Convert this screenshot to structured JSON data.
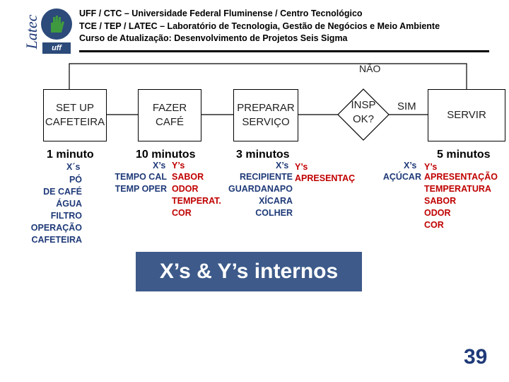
{
  "logo": {
    "text": "Latec",
    "badge_text": "uff"
  },
  "header": {
    "line1": "UFF / CTC – Universidade Federal Fluminense / Centro Tecnológico",
    "line2": "TCE / TEP / LATEC – Laboratório de Tecnologia, Gestão de Negócios e Meio Ambiente",
    "line3": "Curso de Atualização: Desenvolvimento de Projetos Seis Sigma"
  },
  "flow": {
    "nao_label": "NÃO",
    "sim_label": "SIM",
    "steps": [
      {
        "line1": "SET UP",
        "line2": "CAFETEIRA",
        "time": "1 minuto"
      },
      {
        "line1": "FAZER",
        "line2": "CAFÉ",
        "time": "10 minutos"
      },
      {
        "line1": "PREPARAR",
        "line2": "SERVIÇO",
        "time": "3 minutos"
      },
      {
        "line1": "INSP",
        "line2": "OK?"
      },
      {
        "line1": "SERVIR",
        "time": "5 minutos"
      }
    ]
  },
  "details": {
    "setup": {
      "xs_label": "X´s",
      "xs": [
        "PÓ",
        "DE CAFÉ",
        "ÁGUA",
        "FILTRO",
        "OPERAÇÃO",
        "CAFETEIRA"
      ]
    },
    "fazer": {
      "xs_label": "X’s",
      "ys_label": "Y’s",
      "xs": [
        "TEMPO CAL",
        "TEMP OPER"
      ],
      "ys": [
        "SABOR",
        "ODOR",
        "TEMPERAT.",
        "COR"
      ]
    },
    "preparar": {
      "xs_label": "X’s",
      "ys_label": "Y’s",
      "xs": [
        "RECIPIENTE",
        "GUARDANAPO",
        "XÍCARA",
        "COLHER"
      ],
      "ys": [
        "APRESENTAÇ"
      ]
    },
    "servir": {
      "xs_label": "X’s",
      "ys_label": "Y’s",
      "xs": [
        "AÇÚCAR"
      ],
      "ys": [
        "APRESENTAÇÃO",
        "TEMPERATURA",
        "SABOR",
        "ODOR",
        "COR"
      ]
    }
  },
  "banner": {
    "text": "X’s & Y’s internos",
    "bg": "#3d5a8a"
  },
  "page_number": "39",
  "colors": {
    "red": "#c00000",
    "blue": "#1f3a78",
    "accent_line": "#000000"
  }
}
